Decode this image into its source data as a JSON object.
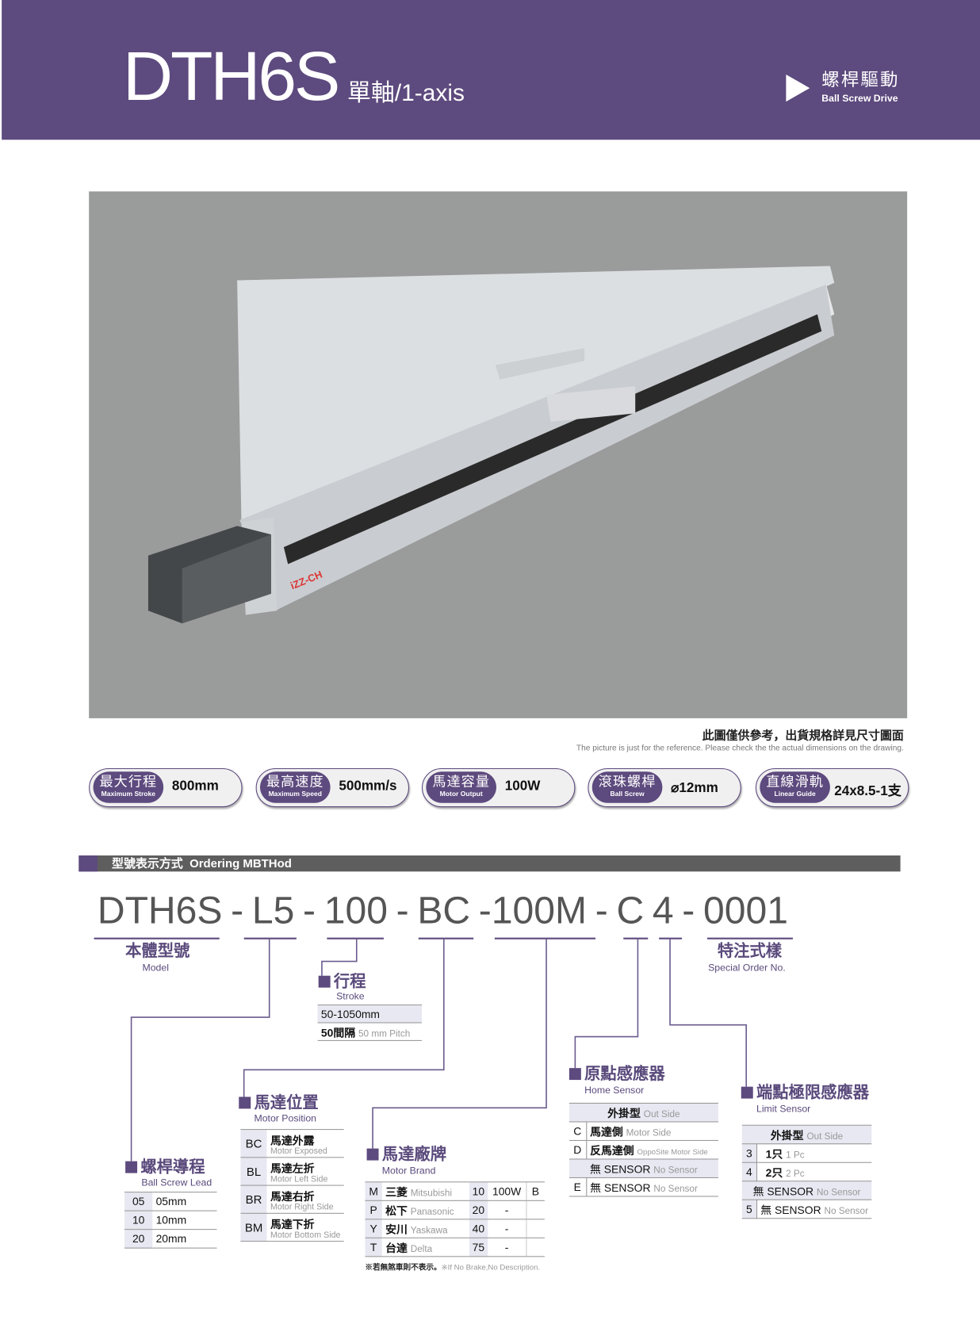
{
  "header": {
    "title": "DTH6S",
    "subtitle": "單軸/1-axis",
    "category_zh": "螺桿驅動",
    "category_en": "Ball Screw Drive"
  },
  "photo_note": {
    "zh": "此圖僅供參考，出貨規格詳見尺寸圖面",
    "en": "The picture is just for the reference. Please check the the actual dimensions on the drawing."
  },
  "product_brand": "iZZ-CH",
  "specs": [
    {
      "zh": "最大行程",
      "en": "Maximum Stroke",
      "value": "800mm"
    },
    {
      "zh": "最高速度",
      "en": "Maximum Speed",
      "value": "500mm/s"
    },
    {
      "zh": "馬達容量",
      "en": "Motor Output",
      "value": "100W"
    },
    {
      "zh": "滾珠螺桿",
      "en": "Ball Screw",
      "value": "⌀12mm"
    },
    {
      "zh": "直線滑軌",
      "en": "Linear Guide",
      "value": "24x8.5-1支"
    }
  ],
  "section": {
    "title": "型號表示方式  Ordering MBTHod"
  },
  "code": [
    "DTH6S",
    "-",
    "L5",
    "-",
    "100",
    "-",
    "BC",
    "-100M",
    "-",
    "C",
    "4",
    "-",
    "0001"
  ],
  "model": {
    "zh": "本體型號",
    "en": "Model"
  },
  "special": {
    "zh": "特注式樣",
    "en": "Special Order No."
  },
  "stroke": {
    "zh": "行程",
    "en": "Stroke",
    "range": "50-1050mm",
    "pitch_zh": "50間隔",
    "pitch_en": "50 mm Pitch"
  },
  "lead": {
    "zh": "螺桿導程",
    "en": "Ball Screw Lead",
    "rows": [
      {
        "k": "05",
        "v": "05mm"
      },
      {
        "k": "10",
        "v": "10mm"
      },
      {
        "k": "20",
        "v": "20mm"
      }
    ]
  },
  "motor_position": {
    "zh": "馬達位置",
    "en": "Motor Position",
    "rows": [
      {
        "k": "BC",
        "zh": "馬達外露",
        "en": "Motor Exposed"
      },
      {
        "k": "BL",
        "zh": "馬達左折",
        "en": "Motor Left Side"
      },
      {
        "k": "BR",
        "zh": "馬達右折",
        "en": "Motor Right Side"
      },
      {
        "k": "BM",
        "zh": "馬達下折",
        "en": "Motor Bottom Side"
      }
    ]
  },
  "motor_brand": {
    "zh": "馬達廠牌",
    "en": "Motor Brand",
    "rows": [
      {
        "k": "M",
        "zh": "三菱",
        "en": "Mitsubishi",
        "n": "10",
        "w": "100W",
        "b": "B"
      },
      {
        "k": "P",
        "zh": "松下",
        "en": "Panasonic",
        "n": "20",
        "w": "-",
        "b": ""
      },
      {
        "k": "Y",
        "zh": "安川",
        "en": "Yaskawa",
        "n": "40",
        "w": "-",
        "b": ""
      },
      {
        "k": "T",
        "zh": "台達",
        "en": "Delta",
        "n": "75",
        "w": "-",
        "b": ""
      }
    ],
    "note_zh": "※若無煞車則不表示。",
    "note_en": "※If No Brake,No Description."
  },
  "home_sensor": {
    "zh": "原點感應器",
    "en": "Home Sensor",
    "out_zh": "外掛型",
    "out_en": "Out Side",
    "rows": [
      {
        "k": "C",
        "zh": "馬達側",
        "en": "Motor Side"
      },
      {
        "k": "D",
        "zh": "反馬達側",
        "en": "OppoSite Motor Side"
      }
    ],
    "none_zh": "無 SENSOR",
    "none_en": "No Sensor",
    "none_row": {
      "k": "E",
      "zh": "無 SENSOR",
      "en": "No Sensor"
    }
  },
  "limit_sensor": {
    "zh": "端點極限感應器",
    "en": "Limit Sensor",
    "out_zh": "外掛型",
    "out_en": "Out Side",
    "rows": [
      {
        "k": "3",
        "zh": "1只",
        "en": "1 Pc"
      },
      {
        "k": "4",
        "zh": "2只",
        "en": "2 Pc"
      }
    ],
    "none_zh": "無 SENSOR",
    "none_en": "No Sensor",
    "none_row": {
      "k": "5",
      "zh": "無 SENSOR",
      "en": "No Sensor"
    }
  }
}
